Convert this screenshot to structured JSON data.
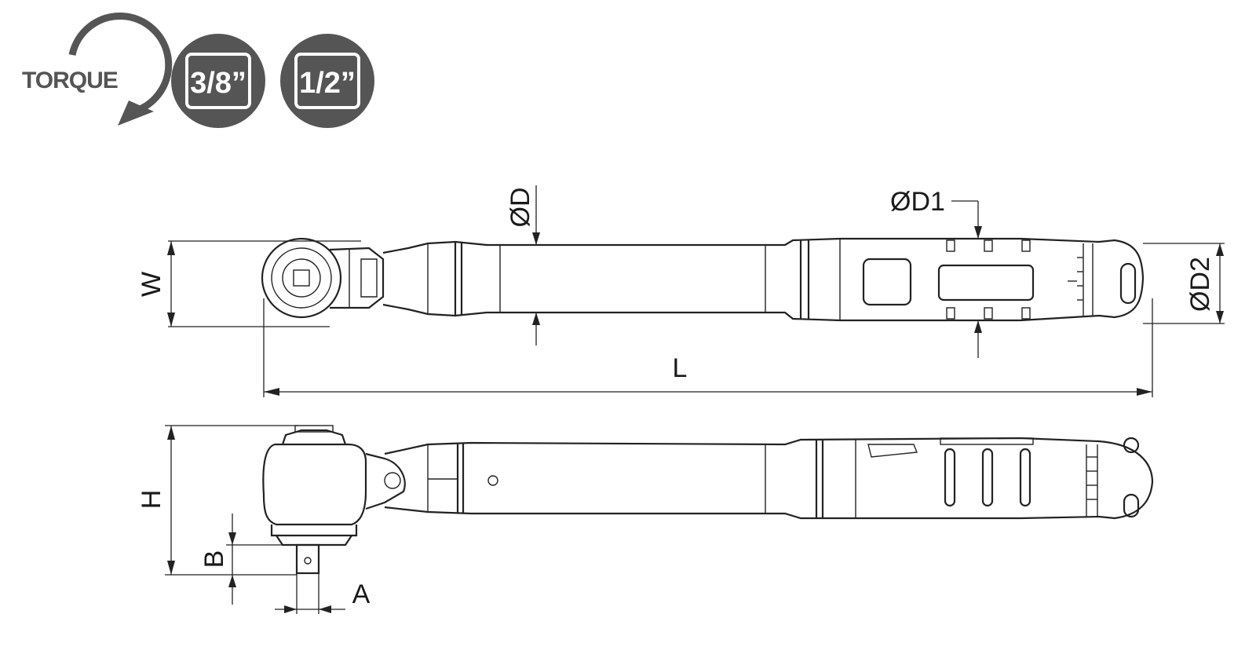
{
  "badges": {
    "torque_label": "TORQUE",
    "drive_38": "3/8”",
    "drive_12": "1/2”"
  },
  "dimensions": {
    "w": "W",
    "d": "ØD",
    "d1": "ØD1",
    "d2": "ØD2",
    "l": "L",
    "h": "H",
    "b": "B",
    "a": "A"
  },
  "colors": {
    "badge_fill": "#555555",
    "line": "#222222"
  }
}
